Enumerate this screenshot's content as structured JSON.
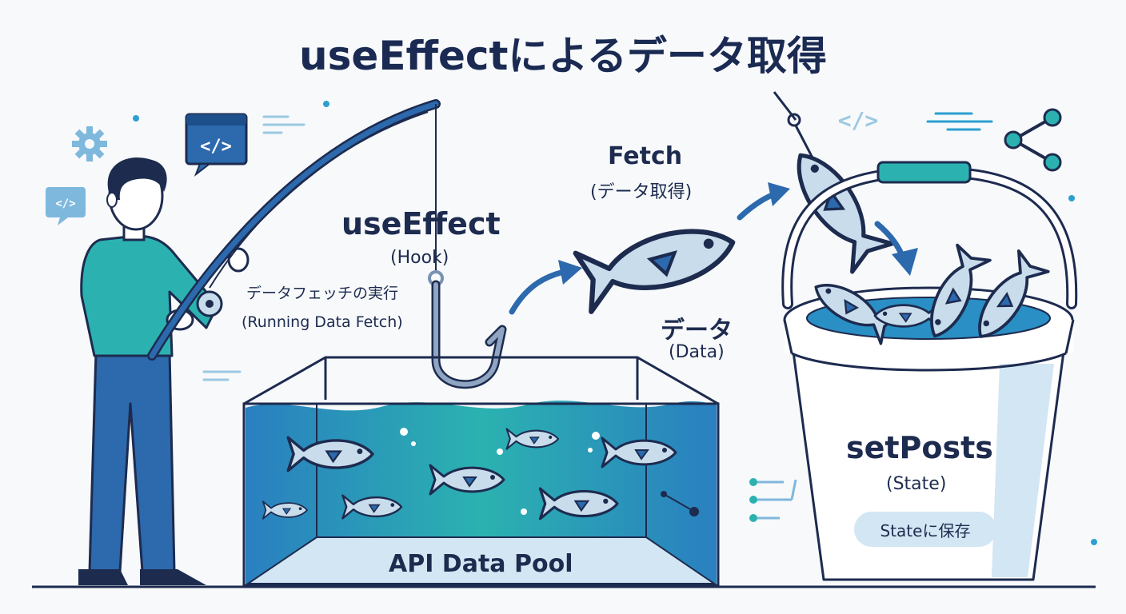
{
  "title": "useEffectによるデータ取得",
  "hook": {
    "name": "useEffect",
    "kind": "(Hook)"
  },
  "run": {
    "jp": "データフェッチの実行",
    "en": "(Running Data Fetch)"
  },
  "fetch": {
    "name": "Fetch",
    "jp": "(データ取得)"
  },
  "data": {
    "jp": "データ",
    "en": "(Data)"
  },
  "pool": {
    "label": "API Data Pool"
  },
  "state": {
    "name": "setPosts",
    "kind": "(State)",
    "badge": "Stateに保存"
  },
  "colors": {
    "navy": "#1d2b4f",
    "blue": "#2c69ad",
    "teal": "#2bb2b0",
    "lightblue": "#d3e6f3",
    "water": "#2a8fc4"
  },
  "icons": [
    "gear-icon",
    "code-window-icon",
    "code-bubble-icon",
    "code-tag-icon",
    "share-network-icon",
    "fishing-hook-icon",
    "bucket-icon"
  ]
}
